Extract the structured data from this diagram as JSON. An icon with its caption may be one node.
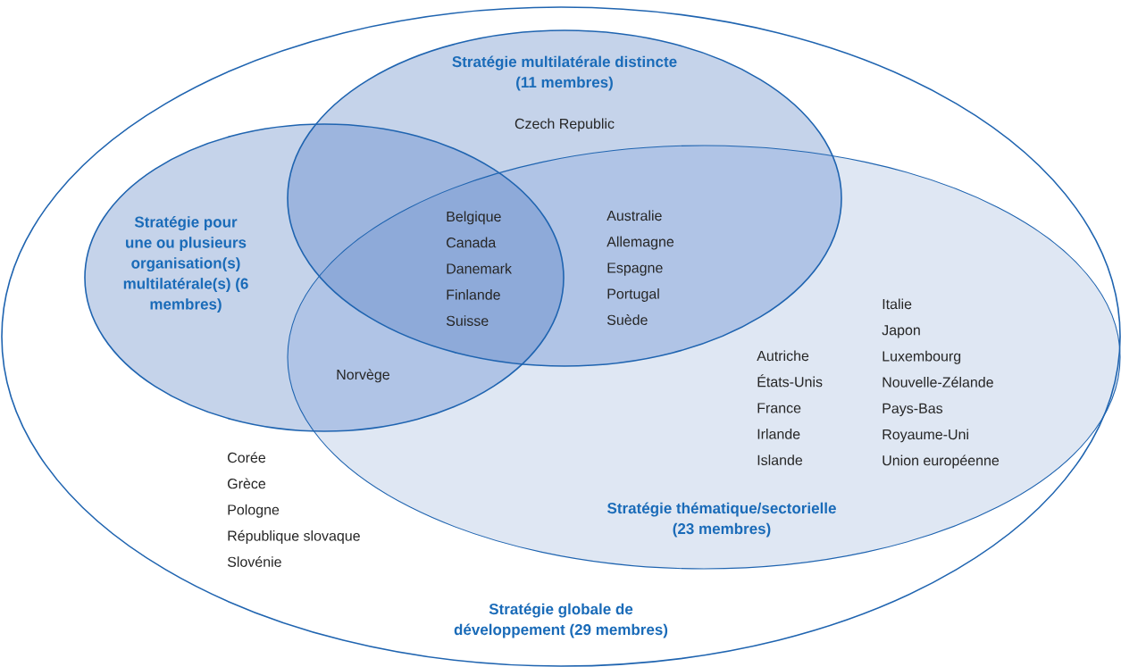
{
  "diagram": {
    "nodes": [
      {
        "text": [
          "Stratégie globale de développement (29 membres)"
        ]
      },
      {
        "text": [
          "Stratégie multilatérale distincte (11 membres)"
        ],
        "in": 0
      },
      {
        "text": [
          "Stratégie pour une ou plusieurs organisation(s) multilatérale(s) (6 membres)"
        ],
        "in": 0
      },
      {
        "text": [
          "Stratégie thématique/sectorielle (23 membres)"
        ],
        "in": 0
      }
    ],
    "labels": [
      "Czech Republic",
      "Belgique",
      "Canada",
      "Danemark",
      "Finlande",
      "Suisse",
      "Australie",
      "Allemagne",
      "Espagne",
      "Portugal",
      "Suède",
      "Italie",
      "Japon",
      "Luxembourg",
      "Nouvelle-Zélande",
      "Pays-Bas",
      "Royaume-Uni",
      "Union européenne",
      "Autriche",
      "États-Unis",
      "France",
      "Irlande",
      "Islande",
      "Norvège",
      "Corée",
      "Grèce",
      "Pologne",
      "République slovaque",
      "Slovénie"
    ]
  }
}
